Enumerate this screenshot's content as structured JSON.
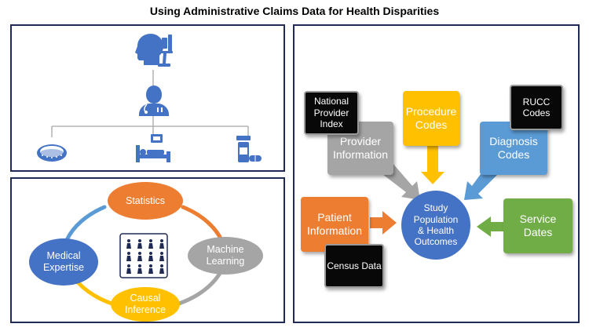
{
  "title": "Using Administrative Claims Data for Health Disparities",
  "hierarchy": {
    "top_icon": "researcher-with-microscope-icon",
    "middle_icon": "physician-icon",
    "bottom_icons": [
      "bandage-icon",
      "hospital-bed-icon",
      "pill-bottle-icon"
    ],
    "icon_color": "#4472c4"
  },
  "cycle": {
    "nodes": {
      "statistics": "Statistics",
      "machine_learning": "Machine\nLearning",
      "causal_inference": "Causal\nInference",
      "medical_expertise": "Medical\nExpertise"
    },
    "center_icon": "population-group-icon",
    "colors": {
      "statistics": "#ed7d31",
      "machine_learning": "#a5a5a5",
      "causal_inference": "#ffc000",
      "medical_expertise": "#4472c4"
    }
  },
  "flow": {
    "center": "Study\nPopulation\n& Health\nOutcomes",
    "provider": "Provider\nInformation",
    "procedure": "Procedure\nCodes",
    "diagnosis": "Diagnosis\nCodes",
    "patient": "Patient\nInformation",
    "service": "Service\nDates",
    "npi": "National\nProvider\nIndex",
    "rucc": "RUCC\nCodes",
    "census": "Census Data",
    "colors": {
      "provider": "#a5a5a5",
      "procedure": "#ffc000",
      "diagnosis": "#5b9bd5",
      "patient": "#ed7d31",
      "service": "#70ad47",
      "center": "#4472c4"
    }
  }
}
